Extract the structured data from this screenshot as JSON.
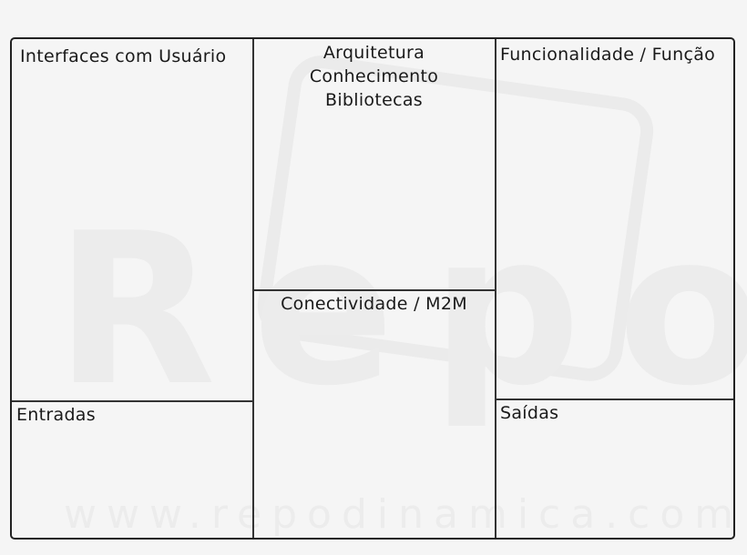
{
  "canvas": {
    "cells": {
      "interfaces": "Interfaces com Usuário",
      "arquitetura": [
        "Arquitetura",
        "Conhecimento",
        "Bibliotecas"
      ],
      "funcionalidade": "Funcionalidade / Função",
      "conectividade": "Conectividade / M2M",
      "entradas": "Entradas",
      "saidas": "Saídas"
    }
  },
  "watermark": {
    "logo_text": "Repo",
    "url_text": "www.repodinamica.com.br"
  },
  "colors": {
    "background": "#f5f5f5",
    "lines": "#222222",
    "text": "#1a1a1a",
    "watermark": "#e9e9e9"
  }
}
